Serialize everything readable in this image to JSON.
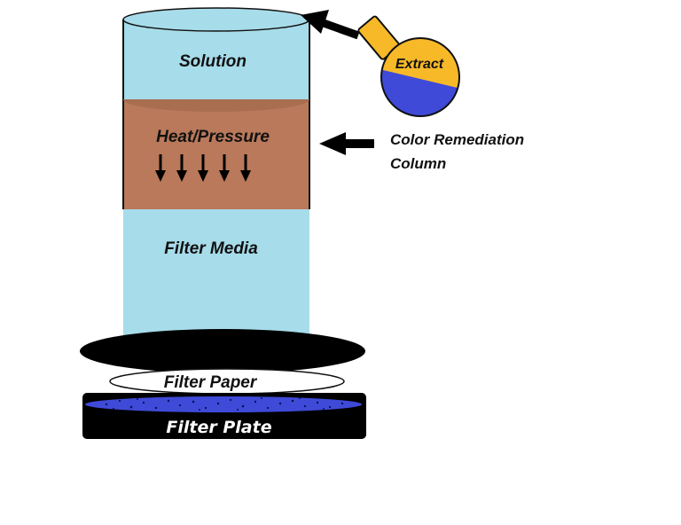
{
  "labels": {
    "solution": "Solution",
    "heat_pressure": "Heat/Pressure",
    "filter_media": "Filter Media",
    "filter_paper": "Filter Paper",
    "filter_plate": "Filter Plate",
    "extract": "Extract",
    "column_line1": "Color Remediation",
    "column_line2": "Column"
  },
  "colors": {
    "solution": "#a7dcea",
    "heat_pressure": "#b9795a",
    "heat_pressure_top": "#a96d50",
    "filter_media": "#a7dcea",
    "disc": "#000000",
    "filter_paper": "#ffffff",
    "filter_plate": "#000000",
    "plate_media": "#3f4ad8",
    "flask_yellow": "#f7b928",
    "flask_blue": "#3f4ad8"
  },
  "icons": {
    "pressure_arrows": "down-arrow-icon",
    "pointer_arrows": "left-arrow-icon"
  }
}
